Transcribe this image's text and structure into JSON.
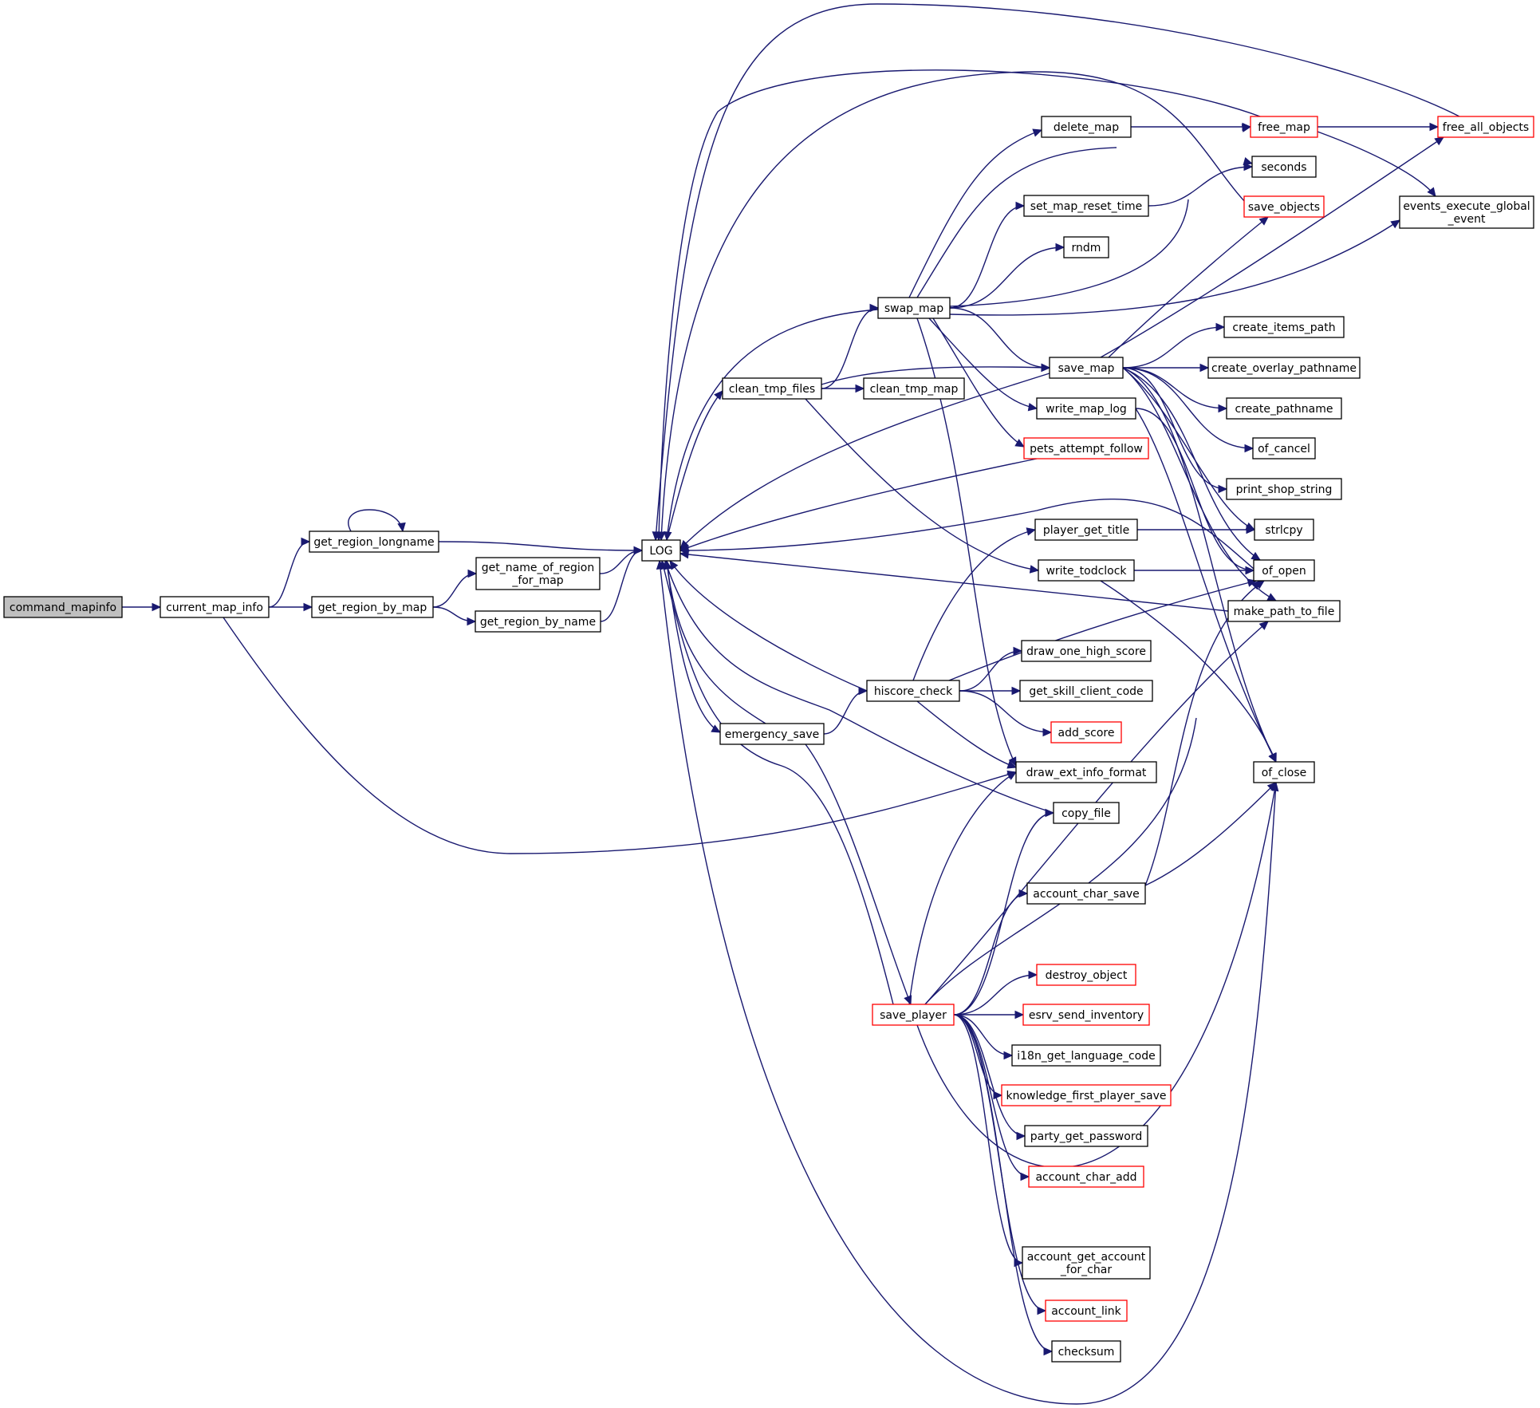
{
  "diagram": {
    "colors": {
      "edge": "#191970",
      "node_border": "#000000",
      "node_border_external": "#ff0000",
      "root_fill": "#bfbfbf",
      "node_fill": "#ffffff"
    },
    "nodes": [
      {
        "id": "command_mapinfo",
        "label": "command_mapinfo",
        "style": "root"
      },
      {
        "id": "current_map_info",
        "label": "current_map_info",
        "style": "normal"
      },
      {
        "id": "get_region_longname",
        "label": "get_region_longname",
        "style": "normal"
      },
      {
        "id": "get_region_by_map",
        "label": "get_region_by_map",
        "style": "normal"
      },
      {
        "id": "get_name_of_region_for_map",
        "label": "get_name_of_region\n_for_map",
        "style": "normal"
      },
      {
        "id": "get_region_by_name",
        "label": "get_region_by_name",
        "style": "normal"
      },
      {
        "id": "LOG",
        "label": "LOG",
        "style": "normal"
      },
      {
        "id": "clean_tmp_files",
        "label": "clean_tmp_files",
        "style": "normal"
      },
      {
        "id": "emergency_save",
        "label": "emergency_save",
        "style": "normal"
      },
      {
        "id": "delete_map",
        "label": "delete_map",
        "style": "normal"
      },
      {
        "id": "swap_map",
        "label": "swap_map",
        "style": "normal"
      },
      {
        "id": "clean_tmp_map",
        "label": "clean_tmp_map",
        "style": "normal"
      },
      {
        "id": "hiscore_check",
        "label": "hiscore_check",
        "style": "normal"
      },
      {
        "id": "save_player",
        "label": "save_player",
        "style": "external"
      },
      {
        "id": "set_map_reset_time",
        "label": "set_map_reset_time",
        "style": "normal"
      },
      {
        "id": "rndm",
        "label": "rndm",
        "style": "normal"
      },
      {
        "id": "save_map",
        "label": "save_map",
        "style": "normal"
      },
      {
        "id": "write_map_log",
        "label": "write_map_log",
        "style": "normal"
      },
      {
        "id": "pets_attempt_follow",
        "label": "pets_attempt_follow",
        "style": "external"
      },
      {
        "id": "player_get_title",
        "label": "player_get_title",
        "style": "normal"
      },
      {
        "id": "write_todclock",
        "label": "write_todclock",
        "style": "normal"
      },
      {
        "id": "draw_one_high_score",
        "label": "draw_one_high_score",
        "style": "normal"
      },
      {
        "id": "get_skill_client_code",
        "label": "get_skill_client_code",
        "style": "normal"
      },
      {
        "id": "add_score",
        "label": "add_score",
        "style": "external"
      },
      {
        "id": "draw_ext_info_format",
        "label": "draw_ext_info_format",
        "style": "normal"
      },
      {
        "id": "copy_file",
        "label": "copy_file",
        "style": "normal"
      },
      {
        "id": "account_char_save",
        "label": "account_char_save",
        "style": "normal"
      },
      {
        "id": "destroy_object",
        "label": "destroy_object",
        "style": "external"
      },
      {
        "id": "esrv_send_inventory",
        "label": "esrv_send_inventory",
        "style": "external"
      },
      {
        "id": "i18n_get_language_code",
        "label": "i18n_get_language_code",
        "style": "normal"
      },
      {
        "id": "knowledge_first_player_save",
        "label": "knowledge_first_player_save",
        "style": "external"
      },
      {
        "id": "party_get_password",
        "label": "party_get_password",
        "style": "normal"
      },
      {
        "id": "account_char_add",
        "label": "account_char_add",
        "style": "external"
      },
      {
        "id": "account_get_account_for_char",
        "label": "account_get_account\n_for_char",
        "style": "normal"
      },
      {
        "id": "account_link",
        "label": "account_link",
        "style": "external"
      },
      {
        "id": "checksum",
        "label": "checksum",
        "style": "normal"
      },
      {
        "id": "free_map",
        "label": "free_map",
        "style": "external"
      },
      {
        "id": "seconds",
        "label": "seconds",
        "style": "normal"
      },
      {
        "id": "save_objects",
        "label": "save_objects",
        "style": "external"
      },
      {
        "id": "create_items_path",
        "label": "create_items_path",
        "style": "normal"
      },
      {
        "id": "create_overlay_pathname",
        "label": "create_overlay_pathname",
        "style": "normal"
      },
      {
        "id": "create_pathname",
        "label": "create_pathname",
        "style": "normal"
      },
      {
        "id": "of_cancel",
        "label": "of_cancel",
        "style": "normal"
      },
      {
        "id": "print_shop_string",
        "label": "print_shop_string",
        "style": "normal"
      },
      {
        "id": "strlcpy",
        "label": "strlcpy",
        "style": "normal"
      },
      {
        "id": "of_open",
        "label": "of_open",
        "style": "normal"
      },
      {
        "id": "make_path_to_file",
        "label": "make_path_to_file",
        "style": "normal"
      },
      {
        "id": "of_close",
        "label": "of_close",
        "style": "normal"
      },
      {
        "id": "free_all_objects",
        "label": "free_all_objects",
        "style": "external"
      },
      {
        "id": "events_execute_global_event",
        "label": "events_execute_global\n_event",
        "style": "normal"
      }
    ],
    "edges": [
      [
        "command_mapinfo",
        "current_map_info"
      ],
      [
        "current_map_info",
        "get_region_longname"
      ],
      [
        "current_map_info",
        "get_region_by_map"
      ],
      [
        "current_map_info",
        "draw_ext_info_format"
      ],
      [
        "get_region_longname",
        "get_region_longname"
      ],
      [
        "get_region_longname",
        "LOG"
      ],
      [
        "get_region_by_map",
        "get_name_of_region_for_map"
      ],
      [
        "get_region_by_map",
        "get_region_by_name"
      ],
      [
        "get_name_of_region_for_map",
        "LOG"
      ],
      [
        "get_region_by_name",
        "LOG"
      ],
      [
        "LOG",
        "clean_tmp_files"
      ],
      [
        "LOG",
        "emergency_save"
      ],
      [
        "clean_tmp_files",
        "swap_map"
      ],
      [
        "clean_tmp_files",
        "clean_tmp_map"
      ],
      [
        "clean_tmp_files",
        "save_map"
      ],
      [
        "clean_tmp_files",
        "write_todclock"
      ],
      [
        "emergency_save",
        "hiscore_check"
      ],
      [
        "emergency_save",
        "save_player"
      ],
      [
        "emergency_save",
        "LOG"
      ],
      [
        "swap_map",
        "LOG"
      ],
      [
        "swap_map",
        "delete_map"
      ],
      [
        "swap_map",
        "free_map"
      ],
      [
        "swap_map",
        "seconds"
      ],
      [
        "swap_map",
        "set_map_reset_time"
      ],
      [
        "swap_map",
        "rndm"
      ],
      [
        "swap_map",
        "save_map"
      ],
      [
        "swap_map",
        "write_map_log"
      ],
      [
        "swap_map",
        "pets_attempt_follow"
      ],
      [
        "swap_map",
        "draw_ext_info_format"
      ],
      [
        "swap_map",
        "events_execute_global_event"
      ],
      [
        "delete_map",
        "free_map"
      ],
      [
        "set_map_reset_time",
        "seconds"
      ],
      [
        "save_map",
        "LOG"
      ],
      [
        "save_map",
        "save_objects"
      ],
      [
        "save_map",
        "create_items_path"
      ],
      [
        "save_map",
        "create_overlay_pathname"
      ],
      [
        "save_map",
        "create_pathname"
      ],
      [
        "save_map",
        "of_cancel"
      ],
      [
        "save_map",
        "print_shop_string"
      ],
      [
        "save_map",
        "strlcpy"
      ],
      [
        "save_map",
        "of_open"
      ],
      [
        "save_map",
        "make_path_to_file"
      ],
      [
        "save_map",
        "of_close"
      ],
      [
        "save_map",
        "free_all_objects"
      ],
      [
        "write_map_log",
        "of_open"
      ],
      [
        "write_map_log",
        "of_close"
      ],
      [
        "pets_attempt_follow",
        "LOG"
      ],
      [
        "hiscore_check",
        "LOG"
      ],
      [
        "hiscore_check",
        "player_get_title"
      ],
      [
        "hiscore_check",
        "draw_one_high_score"
      ],
      [
        "hiscore_check",
        "get_skill_client_code"
      ],
      [
        "hiscore_check",
        "add_score"
      ],
      [
        "hiscore_check",
        "draw_ext_info_format"
      ],
      [
        "hiscore_check",
        "of_open"
      ],
      [
        "player_get_title",
        "strlcpy"
      ],
      [
        "write_todclock",
        "of_open"
      ],
      [
        "write_todclock",
        "of_close"
      ],
      [
        "copy_file",
        "LOG"
      ],
      [
        "account_char_save",
        "of_open"
      ],
      [
        "account_char_save",
        "of_close"
      ],
      [
        "save_player",
        "LOG"
      ],
      [
        "save_player",
        "draw_ext_info_format"
      ],
      [
        "save_player",
        "copy_file"
      ],
      [
        "save_player",
        "account_char_save"
      ],
      [
        "save_player",
        "destroy_object"
      ],
      [
        "save_player",
        "esrv_send_inventory"
      ],
      [
        "save_player",
        "i18n_get_language_code"
      ],
      [
        "save_player",
        "knowledge_first_player_save"
      ],
      [
        "save_player",
        "party_get_password"
      ],
      [
        "save_player",
        "account_char_add"
      ],
      [
        "save_player",
        "account_get_account_for_char"
      ],
      [
        "save_player",
        "account_link"
      ],
      [
        "save_player",
        "checksum"
      ],
      [
        "save_player",
        "of_open"
      ],
      [
        "save_player",
        "make_path_to_file"
      ],
      [
        "save_player",
        "of_close"
      ],
      [
        "free_map",
        "LOG"
      ],
      [
        "free_map",
        "free_all_objects"
      ],
      [
        "free_map",
        "events_execute_global_event"
      ],
      [
        "free_all_objects",
        "LOG"
      ],
      [
        "save_objects",
        "LOG"
      ],
      [
        "make_path_to_file",
        "LOG"
      ],
      [
        "of_open",
        "LOG"
      ],
      [
        "of_close",
        "LOG"
      ]
    ]
  }
}
